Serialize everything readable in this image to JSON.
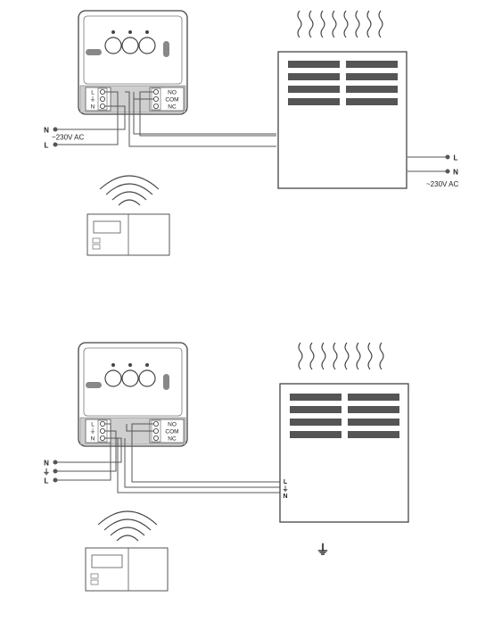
{
  "diagram1": {
    "left_terminals": [
      "L",
      "⏚",
      "N"
    ],
    "right_terminals": [
      "NO",
      "COM",
      "NC"
    ],
    "supply_left": [
      "N",
      "L"
    ],
    "supply_left_voltage": "~230V AC",
    "supply_right": [
      "L",
      "N"
    ],
    "supply_right_voltage": "~230V AC"
  },
  "diagram2": {
    "left_terminals": [
      "L",
      "⏚",
      "N"
    ],
    "right_terminals": [
      "NO",
      "COM",
      "NC"
    ],
    "supply_left": [
      "N",
      "⏚",
      "L"
    ],
    "heater_terminals": [
      "L",
      "⏚",
      "N"
    ],
    "ground_symbol": "⏚"
  },
  "icons": [
    "wifi-signal-icon",
    "thermostat-icon",
    "heater-icon",
    "heat-wave-icon",
    "ground-icon"
  ]
}
